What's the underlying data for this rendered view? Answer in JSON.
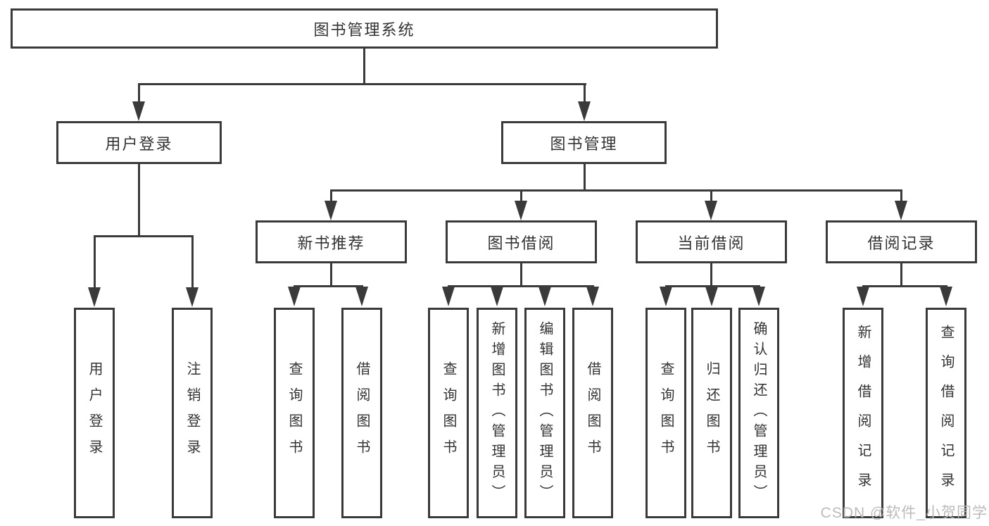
{
  "tree": {
    "label": "图书管理系统",
    "children": [
      {
        "label": "用户登录",
        "children": [
          {
            "label": "用户登录"
          },
          {
            "label": "注销登录"
          }
        ]
      },
      {
        "label": "图书管理",
        "children": [
          {
            "label": "新书推荐",
            "children": [
              {
                "label": "查询图书"
              },
              {
                "label": "借阅图书"
              }
            ]
          },
          {
            "label": "图书借阅",
            "children": [
              {
                "label": "查询图书"
              },
              {
                "label": "新增图书（管理员）"
              },
              {
                "label": "编辑图书（管理员）"
              },
              {
                "label": "借阅图书"
              }
            ]
          },
          {
            "label": "当前借阅",
            "children": [
              {
                "label": "查询图书"
              },
              {
                "label": "归还图书"
              },
              {
                "label": "确认归还（管理员）"
              }
            ]
          },
          {
            "label": "借阅记录",
            "children": [
              {
                "label": "新增借阅记录"
              },
              {
                "label": "查询借阅记录"
              }
            ]
          }
        ]
      }
    ]
  },
  "watermark": {
    "text": "CSDN @软件_小贺同学"
  },
  "colors": {
    "line": "#3a3a3a",
    "text": "#333333",
    "background": "#ffffff",
    "watermark": "#b6b6bc"
  }
}
